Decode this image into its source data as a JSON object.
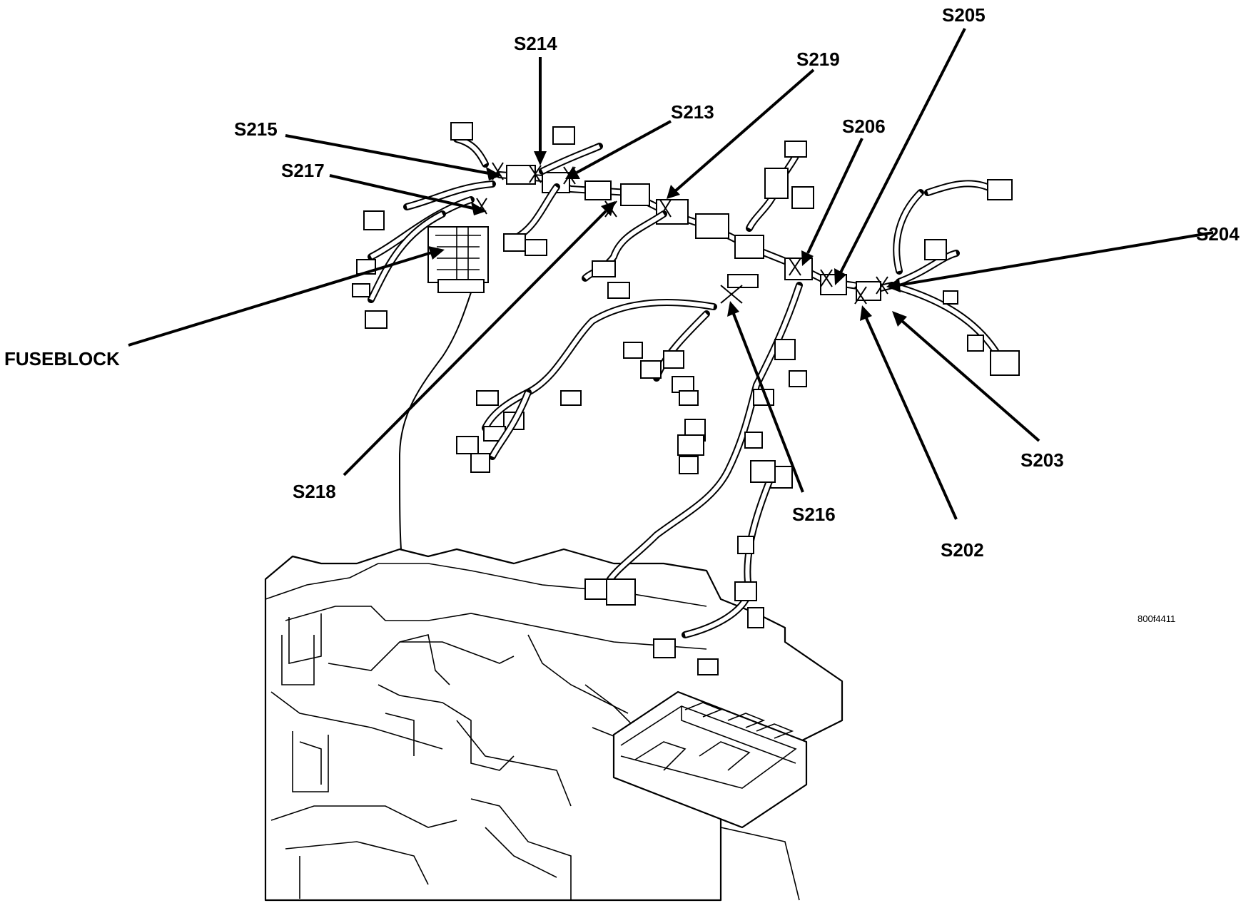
{
  "labels": {
    "s214": "S214",
    "s205": "S205",
    "s219": "S219",
    "s213": "S213",
    "s206": "S206",
    "s215": "S215",
    "s217": "S217",
    "s204": "S204",
    "fuseblock": "FUSEBLOCK",
    "s218": "S218",
    "s216": "S216",
    "s203": "S203",
    "s202": "S202"
  },
  "figure_code": "800f4411"
}
